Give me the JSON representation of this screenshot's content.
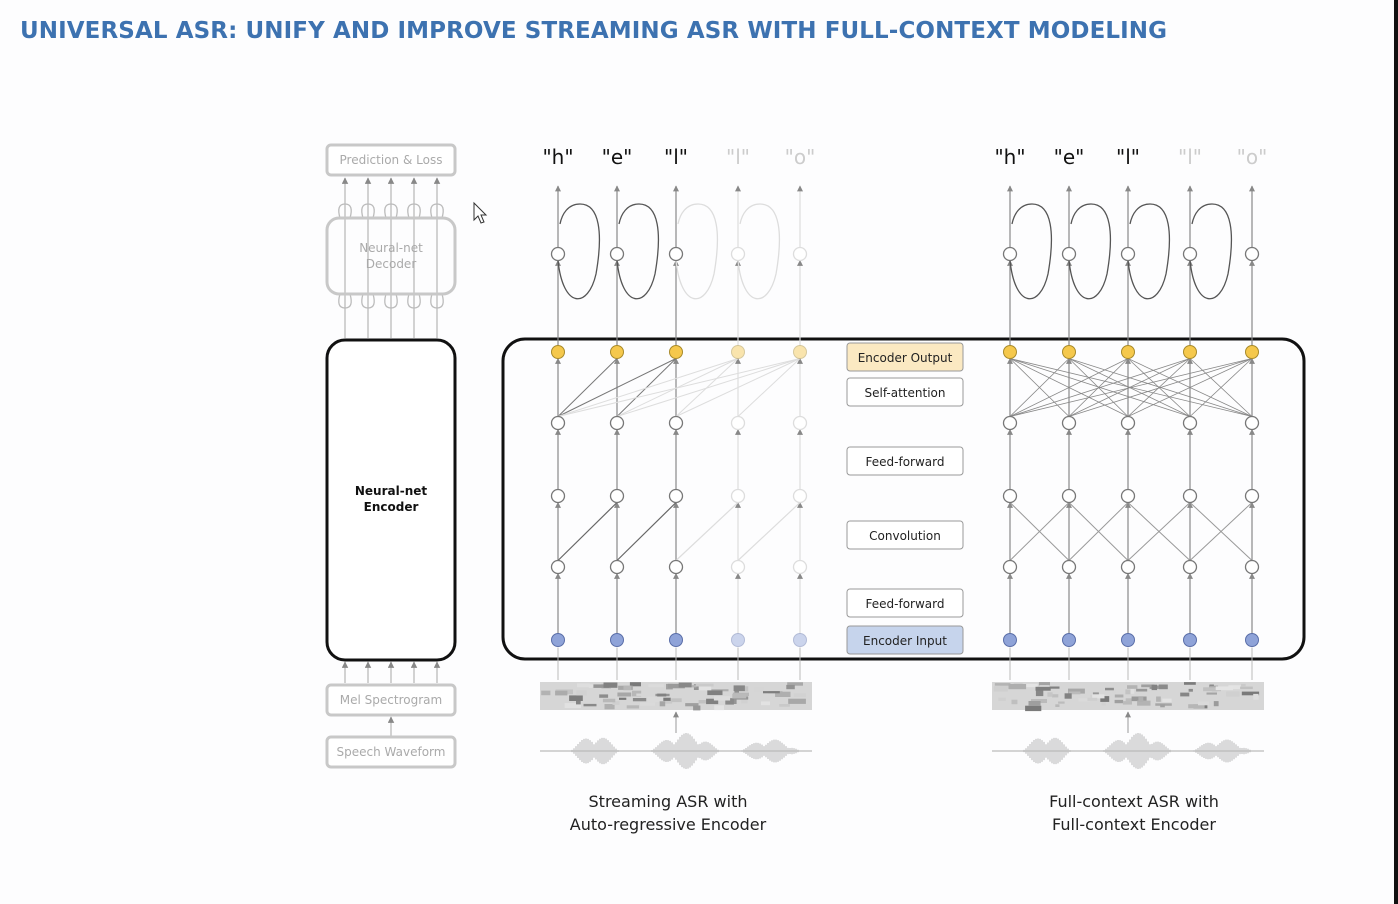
{
  "title": "UNIVERSAL ASR: UNIFY AND IMPROVE STREAMING ASR WITH FULL-CONTEXT MODELING",
  "pipeline": {
    "prediction_loss": "Prediction & Loss",
    "decoder": "Neural-net Decoder",
    "encoder": "Neural-net Encoder",
    "mel": "Mel Spectrogram",
    "waveform": "Speech Waveform"
  },
  "layers": {
    "encoder_output": "Encoder Output",
    "self_attention": "Self-attention",
    "feed_forward_top": "Feed-forward",
    "convolution": "Convolution",
    "feed_forward_bottom": "Feed-forward",
    "encoder_input": "Encoder Input"
  },
  "tokens": [
    "\"h\"",
    "\"e\"",
    "\"l\"",
    "\"l\"",
    "\"o\""
  ],
  "streaming_caption": [
    "Streaming ASR with",
    "Auto-regressive Encoder"
  ],
  "fullcontext_caption": [
    "Full-context ASR with",
    "Full-context Encoder"
  ],
  "colors": {
    "title": "#3d72b0",
    "output_node": "#f5c84c",
    "input_node": "#8fa3d8",
    "output_box": "#fbe9c2",
    "input_box": "#c6d4ec"
  }
}
